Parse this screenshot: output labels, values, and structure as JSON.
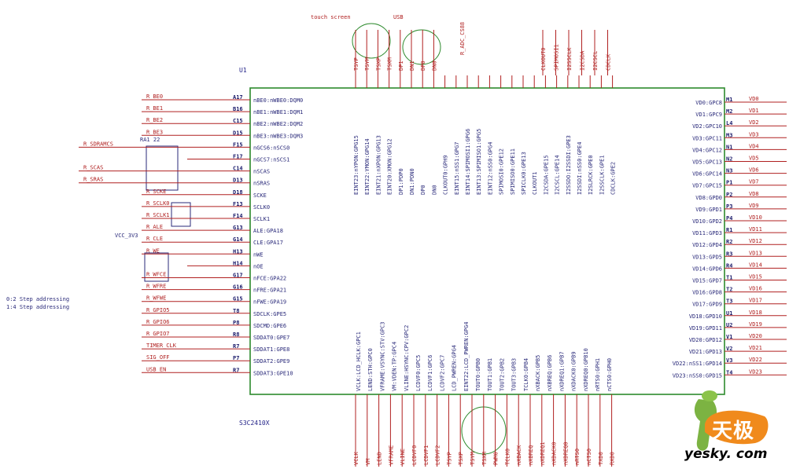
{
  "chip": {
    "ref": "U1",
    "part": "S3C2410X"
  },
  "annotations": {
    "touch_screen": "touch screen",
    "usb": "USB",
    "addr_note_1": "0:2 Step addressing",
    "addr_note_2": "1:4 Step addressing",
    "top_extra": "R_ADC_CS88"
  },
  "components": {
    "ra": "RA1 22",
    "vcc": "VCC_3V3"
  },
  "watermark": {
    "cn": "天极",
    "en": "yesky. com"
  },
  "left_pins": [
    {
      "net": "R_BE0",
      "pin": "A17",
      "name": "nBE0:nWBE0:DQM0"
    },
    {
      "net": "R_BE1",
      "pin": "B16",
      "name": "nBE1:nWBE1:DQM1"
    },
    {
      "net": "R_BE2",
      "pin": "C15",
      "name": "nBE2:nWBE2:DQM2"
    },
    {
      "net": "R_BE3",
      "pin": "D15",
      "name": "nBE3:nWBE3:DQM3"
    },
    {
      "net": "R_SDRAMCS",
      "pin": "F15",
      "name": "nGCS6:nSCS0"
    },
    {
      "net": "",
      "pin": "F17",
      "name": "nGCS7:nSCS1"
    },
    {
      "net": "R_SCAS",
      "pin": "C14",
      "name": "nSCAS"
    },
    {
      "net": "R_SRAS",
      "pin": "D13",
      "name": "nSRAS"
    },
    {
      "net": "R_SCKE",
      "pin": "D18",
      "name": "SCKE"
    },
    {
      "net": "R_SCLK0",
      "pin": "F13",
      "name": "SCLK0"
    },
    {
      "net": "R_SCLK1",
      "pin": "F14",
      "name": "SCLK1"
    },
    {
      "net": "R_ALE",
      "pin": "G13",
      "name": "ALE:GPA18"
    },
    {
      "net": "R_CLE",
      "pin": "G14",
      "name": "CLE:GPA17"
    },
    {
      "net": "R_WE",
      "pin": "H13",
      "name": "nWE"
    },
    {
      "net": "",
      "pin": "H14",
      "name": "nOE"
    },
    {
      "net": "R_WFCE",
      "pin": "G17",
      "name": "nFCE:GPA22"
    },
    {
      "net": "R_WFRE",
      "pin": "G16",
      "name": "nFRE:GPA21"
    },
    {
      "net": "R_WFWE",
      "pin": "G15",
      "name": "nFWE:GPA19"
    },
    {
      "net": "R_GPIO5",
      "pin": "T8",
      "name": "SDCLK:GPE5"
    },
    {
      "net": "R_GPIO6",
      "pin": "P8",
      "name": "SDCMD:GPE6"
    },
    {
      "net": "R_GPIO7",
      "pin": "R8",
      "name": "SDDAT0:GPE7"
    },
    {
      "net": "TIMER_CLK",
      "pin": "R7",
      "name": "SDDAT1:GPE8"
    },
    {
      "net": "SIG_OFF",
      "pin": "P7",
      "name": "SDDAT2:GPE9"
    },
    {
      "net": "USB_EN",
      "pin": "R7",
      "name": "SDDAT3:GPE10"
    }
  ],
  "right_pins": [
    {
      "name": "VD0:GPC8",
      "pin": "M1",
      "net": "VD0"
    },
    {
      "name": "VD1:GPC9",
      "pin": "M2",
      "net": "VD1"
    },
    {
      "name": "VD2:GPC10",
      "pin": "L4",
      "net": "VD2"
    },
    {
      "name": "VD3:GPC11",
      "pin": "M3",
      "net": "VD3"
    },
    {
      "name": "VD4:GPC12",
      "pin": "N1",
      "net": "VD4"
    },
    {
      "name": "VD5:GPC13",
      "pin": "N2",
      "net": "VD5"
    },
    {
      "name": "VD6:GPC14",
      "pin": "N3",
      "net": "VD6"
    },
    {
      "name": "VD7:GPC15",
      "pin": "P1",
      "net": "VD7"
    },
    {
      "name": "VD8:GPD0",
      "pin": "P2",
      "net": "VD8"
    },
    {
      "name": "VD9:GPD1",
      "pin": "P3",
      "net": "VD9"
    },
    {
      "name": "VD10:GPD2",
      "pin": "P4",
      "net": "VD10"
    },
    {
      "name": "VD11:GPD3",
      "pin": "R1",
      "net": "VD11"
    },
    {
      "name": "VD12:GPD4",
      "pin": "R2",
      "net": "VD12"
    },
    {
      "name": "VD13:GPD5",
      "pin": "R3",
      "net": "VD13"
    },
    {
      "name": "VD14:GPD6",
      "pin": "R4",
      "net": "VD14"
    },
    {
      "name": "VD15:GPD7",
      "pin": "T1",
      "net": "VD15"
    },
    {
      "name": "VD16:GPD8",
      "pin": "T2",
      "net": "VD16"
    },
    {
      "name": "VD17:GPD9",
      "pin": "T3",
      "net": "VD17"
    },
    {
      "name": "VD18:GPD10",
      "pin": "U1",
      "net": "VD18"
    },
    {
      "name": "VD19:GPD11",
      "pin": "U2",
      "net": "VD19"
    },
    {
      "name": "VD20:GPD12",
      "pin": "V1",
      "net": "VD20"
    },
    {
      "name": "VD21:GPD13",
      "pin": "V2",
      "net": "VD21"
    },
    {
      "name": "VD22:nSS1:GPD14",
      "pin": "V3",
      "net": "VD22"
    },
    {
      "name": "VD23:nSS0:GPD15",
      "pin": "T4",
      "net": "VD23"
    }
  ],
  "top_pins": [
    "EINT23:nYPON:GPG15",
    "EINT22:YMON:GPG14",
    "EINT21:nXPON:GPG13",
    "EINT20:XMON:GPG12",
    "DP1:PDP0",
    "DN1:PDN0",
    "DP0",
    "DN0",
    "CLKOUT0:GPH9",
    "EINT15:nSS1:GPG7",
    "EINT14:SPIMOSI1:GPG6",
    "EINT13:SPIMISO1:GPG5",
    "EINT12:nSS0:GPG4",
    "SPIMOSI0:GPE12",
    "SPIMISO0:GPE11",
    "SPICLK0:GPE13",
    "CLKOUT1",
    "I2CSDA:GPE15",
    "I2CSCL:GPE14",
    "I2SSDO:I2SSDI:GPE3",
    "I2SSDI:nSS0:GPE4",
    "I2SLRCK:GPE0",
    "I2SSCLK:GPE1",
    "CDCLK:GPE2"
  ],
  "bottom_pins": [
    "VCLK:LCD_HCLK:GPC1",
    "LEND:STH:GPC0",
    "VFRAME:VSYNC:STV:GPC3",
    "VM:VDEN:TP:GPC4",
    "VLINE:HSYNC:CPV:GPC2",
    "LCDVF0:GPC5",
    "LCDVF1:GPC6",
    "LCDVF2:GPC7",
    "LCD_PWREN:GPG4",
    "EINT22:LCD_PWREN:GPG4",
    "TOUT0:GPB0",
    "TOUT1:GPB1",
    "TOUT2:GPB2",
    "TOUT3:GPB3",
    "TCLK0:GPB4",
    "nXBACK:GPB5",
    "nXBREQ:GPB6",
    "nXDREQ1:GPB7",
    "nXDACK0:GPB9",
    "nXDREQ0:GPB10",
    "nRTS0:GPH1",
    "nCTS0:GPH0"
  ],
  "bottom_nets": [
    "VCLK",
    "VM",
    "LEND",
    "VFRAME",
    "VLINE",
    "LCDVF0",
    "LCDVF1",
    "LCDVF2",
    "TSYP",
    "TSXP",
    "TSYM",
    "TSXM",
    "PWM0",
    "TCLK0",
    "nXBACK",
    "nXBREQ",
    "nXDREQ1",
    "nXDACK0",
    "nXDREQ0",
    "nRTS0",
    "nCTS0",
    "TXD0",
    "RXD0"
  ],
  "top_nets": [
    "TSYP",
    "TSYM",
    "TSXP",
    "TSXM",
    "DP1",
    "DN1",
    "DP0",
    "DN0",
    "CLKOUT0",
    "SPIMOSI1",
    "I2SSCLK",
    "I2CSDA",
    "I2CSCL",
    "CDCLK"
  ]
}
